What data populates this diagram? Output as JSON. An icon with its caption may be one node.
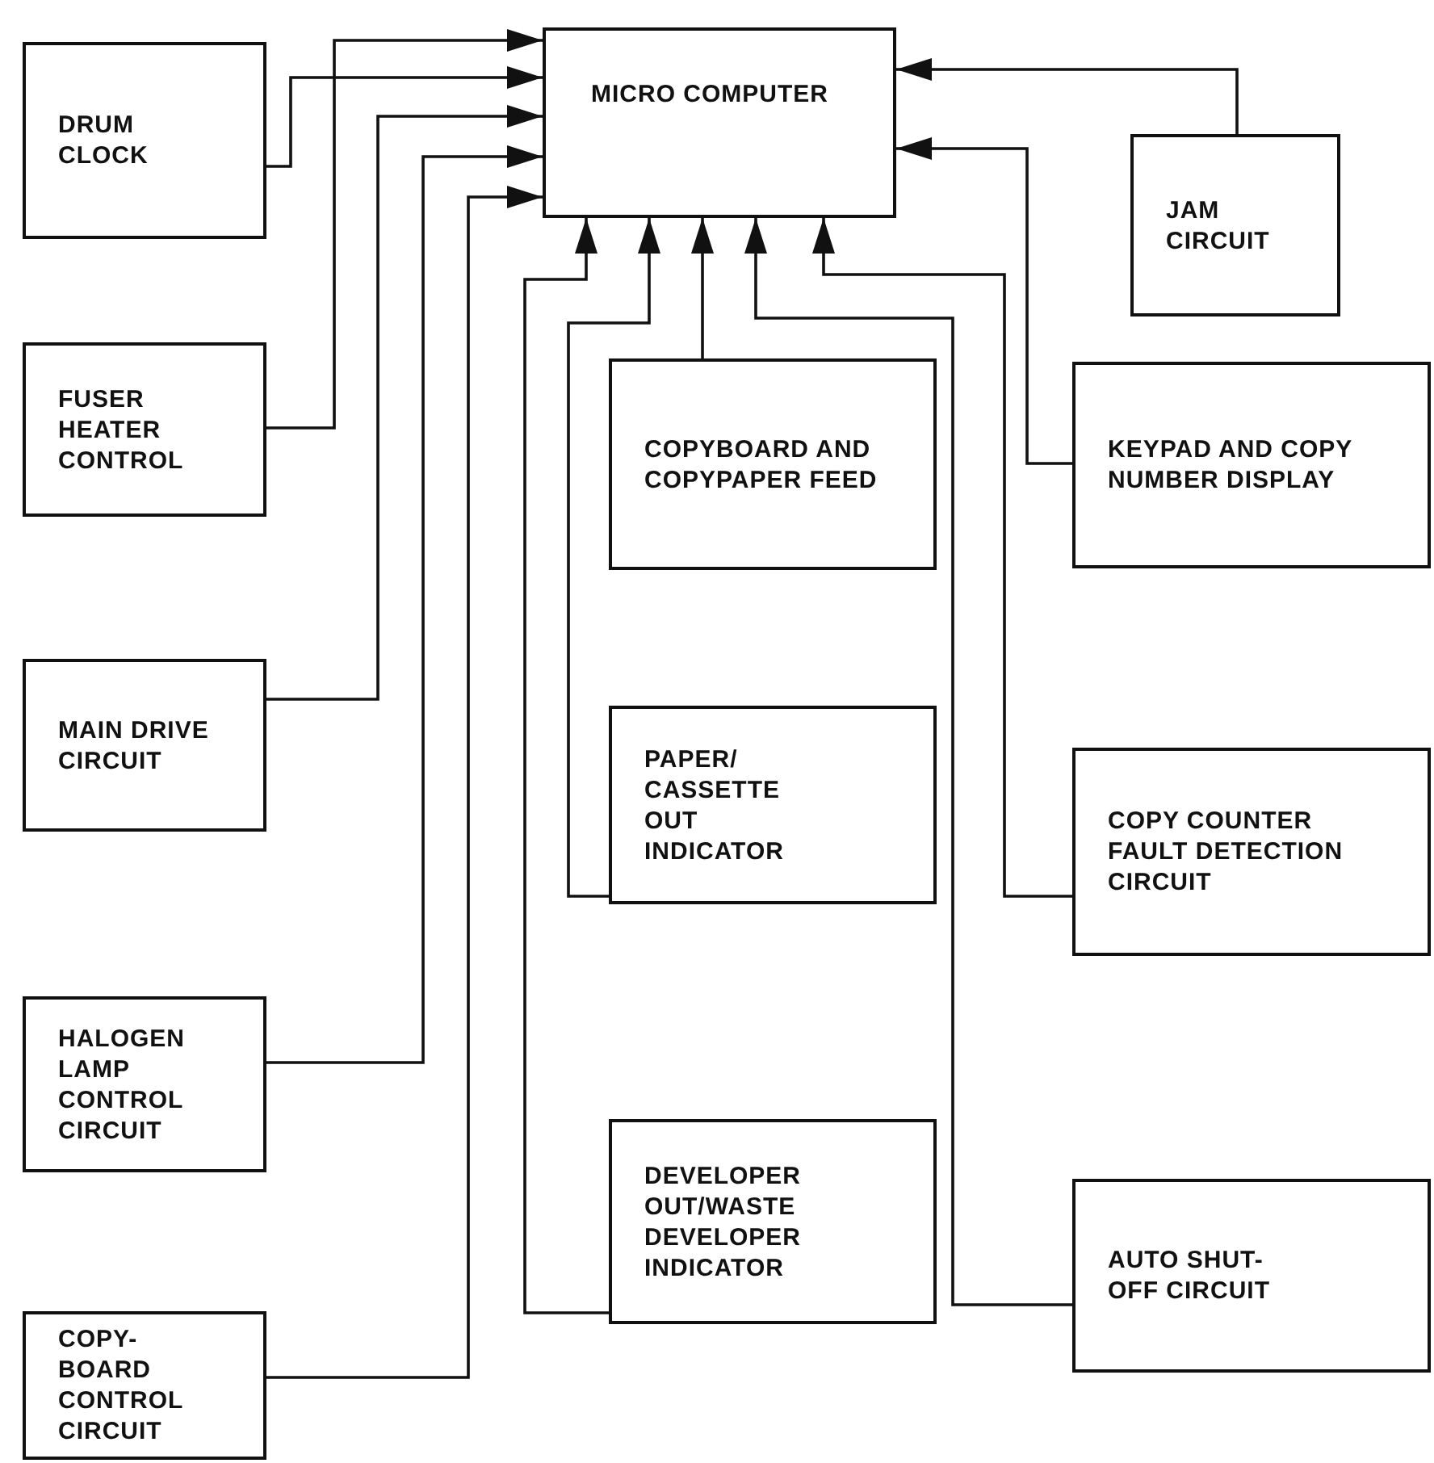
{
  "diagram": {
    "nodes": [
      {
        "text": [
          "DRUM CLOCK"
        ]
      },
      {
        "text": [
          "MICRO COMPUTER"
        ]
      },
      {
        "text": [
          "JAM CIRCUIT"
        ]
      },
      {
        "text": [
          "FUSER HEATER CONTROL"
        ]
      },
      {
        "text": [
          "COPYBOARD AND COPYPAPER FEED"
        ]
      },
      {
        "text": [
          "KEYPAD AND COPY NUMBER DISPLAY"
        ]
      },
      {
        "text": [
          "MAIN DRIVE CIRCUIT"
        ]
      },
      {
        "text": [
          "PAPER/ CASSETTE OUT INDICATOR"
        ]
      },
      {
        "text": [
          "COPY COUNTER FAULT DETECTION CIRCUIT"
        ]
      },
      {
        "text": [
          "HALOGEN LAMP CONTROL CIRCUIT"
        ]
      },
      {
        "text": [
          "DEVELOPER OUT/WASTE DEVELOPER INDICATOR"
        ]
      },
      {
        "text": [
          "AUTO SHUT- OFF CIRCUIT"
        ]
      },
      {
        "text": [
          "COPY- BOARD CONTROL CIRCUIT"
        ]
      }
    ],
    "edges": [
      {
        "from": 0,
        "to": 1,
        "arrow": "to"
      },
      {
        "from": 3,
        "to": 1,
        "arrow": "to"
      },
      {
        "from": 6,
        "to": 1,
        "arrow": "to"
      },
      {
        "from": 9,
        "to": 1,
        "arrow": "to"
      },
      {
        "from": 12,
        "to": 1,
        "arrow": "to"
      },
      {
        "from": 10,
        "to": 1,
        "arrow": "to"
      },
      {
        "from": 7,
        "to": 1,
        "arrow": "to"
      },
      {
        "from": 4,
        "to": 1,
        "arrow": "to"
      },
      {
        "from": 11,
        "to": 1,
        "arrow": "to"
      },
      {
        "from": 8,
        "to": 1,
        "arrow": "to"
      },
      {
        "from": 2,
        "to": 1,
        "arrow": "to"
      },
      {
        "from": 5,
        "to": 1,
        "arrow": "to"
      }
    ]
  }
}
